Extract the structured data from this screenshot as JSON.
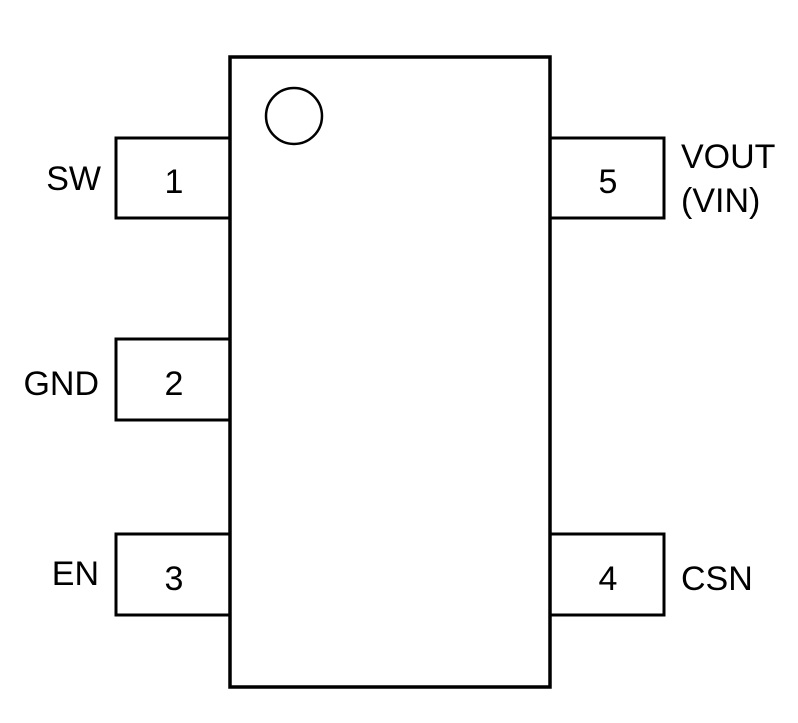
{
  "diagram": {
    "type": "ic-pinout",
    "package_body": "ic-body",
    "pin1_marker": "circle",
    "pins": [
      {
        "number": "1",
        "name": "SW",
        "side": "left"
      },
      {
        "number": "2",
        "name": "GND",
        "side": "left"
      },
      {
        "number": "3",
        "name": "EN",
        "side": "left"
      },
      {
        "number": "4",
        "name": "CSN",
        "side": "right"
      },
      {
        "number": "5",
        "name_line1": "VOUT",
        "name_line2": "(VIN)",
        "side": "right"
      }
    ]
  }
}
